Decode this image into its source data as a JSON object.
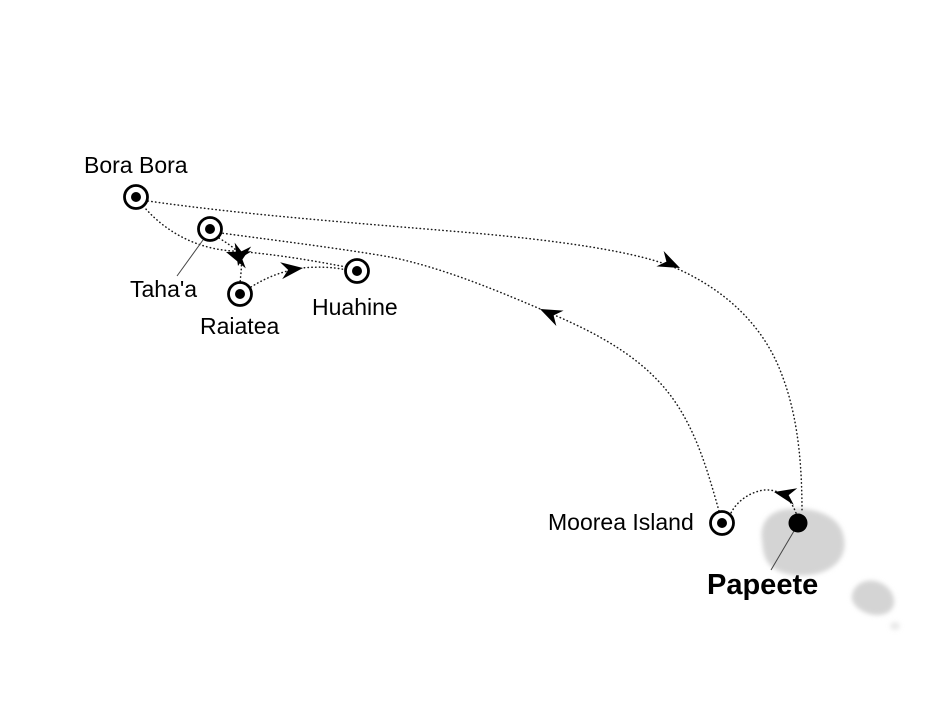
{
  "map": {
    "kind": "cruise-itinerary-route-map",
    "background": "#ffffff",
    "line_style": "dotted",
    "colors": {
      "text": "#000000",
      "marker": "#000000",
      "route": "#1a1a1a",
      "island": "#d4d4d4"
    },
    "ports": [
      {
        "label": "Bora Bora",
        "marker": "circled-dot"
      },
      {
        "label": "Taha'a",
        "marker": "circled-dot"
      },
      {
        "label": "Raiatea",
        "marker": "circled-dot"
      },
      {
        "label": "Huahine",
        "marker": "circled-dot"
      },
      {
        "label": "Moorea Island",
        "marker": "circled-dot"
      },
      {
        "label": "Papeete",
        "marker": "solid-dot"
      }
    ],
    "route_legs": [
      {
        "from": "Papeete",
        "to": "Moorea Island"
      },
      {
        "from": "Moorea Island",
        "to": "Taha'a"
      },
      {
        "from": "Taha'a",
        "to": "Raiatea"
      },
      {
        "from": "Raiatea",
        "to": "Huahine"
      },
      {
        "from": "Huahine",
        "to": "Bora Bora"
      },
      {
        "from": "Bora Bora",
        "to": "Papeete"
      }
    ],
    "island_shapes": {
      "count": 2,
      "fill": "#d4d4d4"
    }
  }
}
